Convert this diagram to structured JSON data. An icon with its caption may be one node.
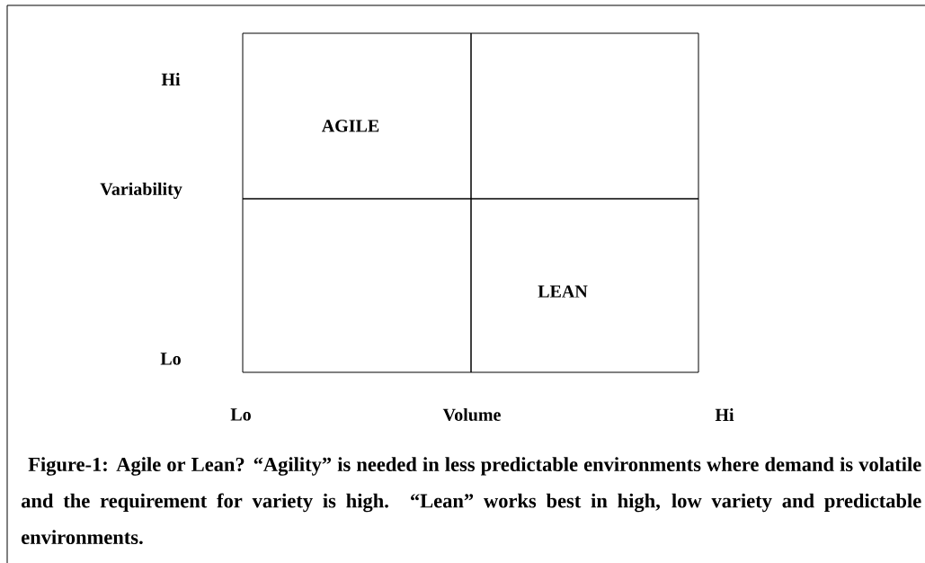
{
  "diagram": {
    "caption": "Figure-1: Agile or Lean?   “Agility” is needed in less predictable environments where demand is volatile and the requirement for variety is high. “Lean” works best in high, low variety and predictable environments.",
    "nodes": [
      {
        "text": [
          "AGILE"
        ]
      },
      {
        "text": [],
        "shape": "box"
      },
      {
        "text": [],
        "shape": "box"
      },
      {
        "text": [
          "LEAN"
        ]
      }
    ],
    "edges": [],
    "labels": [
      "Hi",
      "Variability",
      "Lo",
      "Lo",
      "Volume",
      "Hi"
    ]
  }
}
